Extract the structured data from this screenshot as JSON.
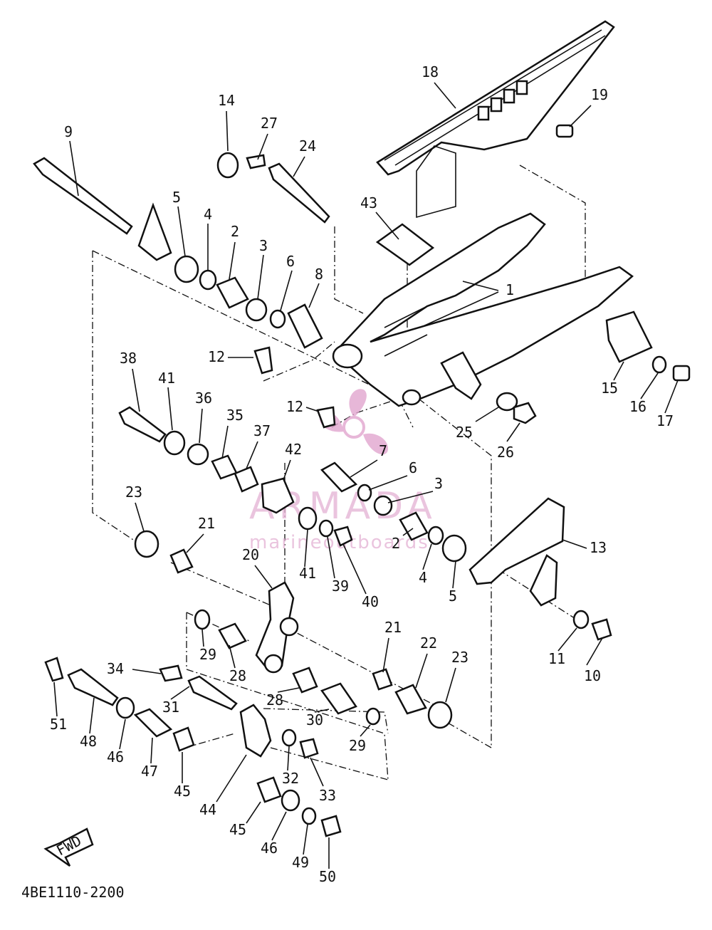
{
  "diagram_code": "4BE1110-2200",
  "fwd_label": "FWD",
  "watermark": {
    "brand": "ARMADA",
    "tagline": "marineoutboards",
    "color": "#e2a6cf"
  },
  "callouts": [
    "1",
    "2",
    "2",
    "3",
    "3",
    "4",
    "4",
    "5",
    "5",
    "6",
    "6",
    "7",
    "8",
    "9",
    "10",
    "11",
    "12",
    "12",
    "13",
    "14",
    "15",
    "16",
    "17",
    "18",
    "19",
    "20",
    "21",
    "21",
    "22",
    "23",
    "23",
    "24",
    "25",
    "26",
    "27",
    "28",
    "28",
    "29",
    "29",
    "30",
    "31",
    "32",
    "33",
    "34",
    "35",
    "36",
    "37",
    "38",
    "39",
    "40",
    "41",
    "41",
    "42",
    "43",
    "44",
    "45",
    "45",
    "46",
    "46",
    "47",
    "48",
    "49",
    "50",
    "51"
  ]
}
